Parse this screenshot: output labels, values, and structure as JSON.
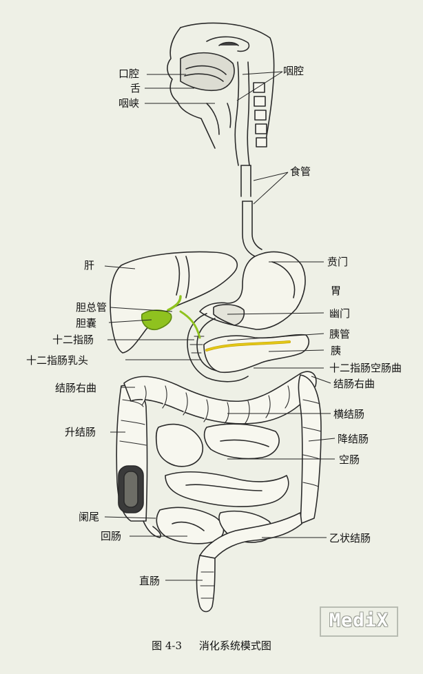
{
  "labels": {
    "oral_cavity": "口腔",
    "tongue": "舌",
    "fauces": "咽峡",
    "pharynx": "咽腔",
    "esophagus": "食管",
    "liver": "肝",
    "cardia": "贲门",
    "stomach": "胃",
    "common_bile_duct": "胆总管",
    "pylorus": "幽门",
    "gallbladder": "胆囊",
    "pancreatic_duct": "胰管",
    "duodenum": "十二指肠",
    "pancreas": "胰",
    "duodenal_papilla": "十二指肠乳头",
    "duodenojejunal_flexure": "十二指肠空肠曲",
    "right_colic_flexure": "结肠右曲",
    "left_colic_flexure": "结肠右曲",
    "ascending_colon": "升结肠",
    "transverse_colon": "横结肠",
    "descending_colon": "降结肠",
    "jejunum": "空肠",
    "appendix": "阑尾",
    "ileum": "回肠",
    "sigmoid_colon": "乙状结肠",
    "rectum": "直肠"
  },
  "caption": {
    "number": "图 4-3",
    "title": "消化系统模式图"
  },
  "watermark": "MediX",
  "colors": {
    "background": "#eef0e6",
    "line": "#2a2a2a",
    "bile": "#8fc21f",
    "pancreatic_duct": "#e3c919"
  }
}
